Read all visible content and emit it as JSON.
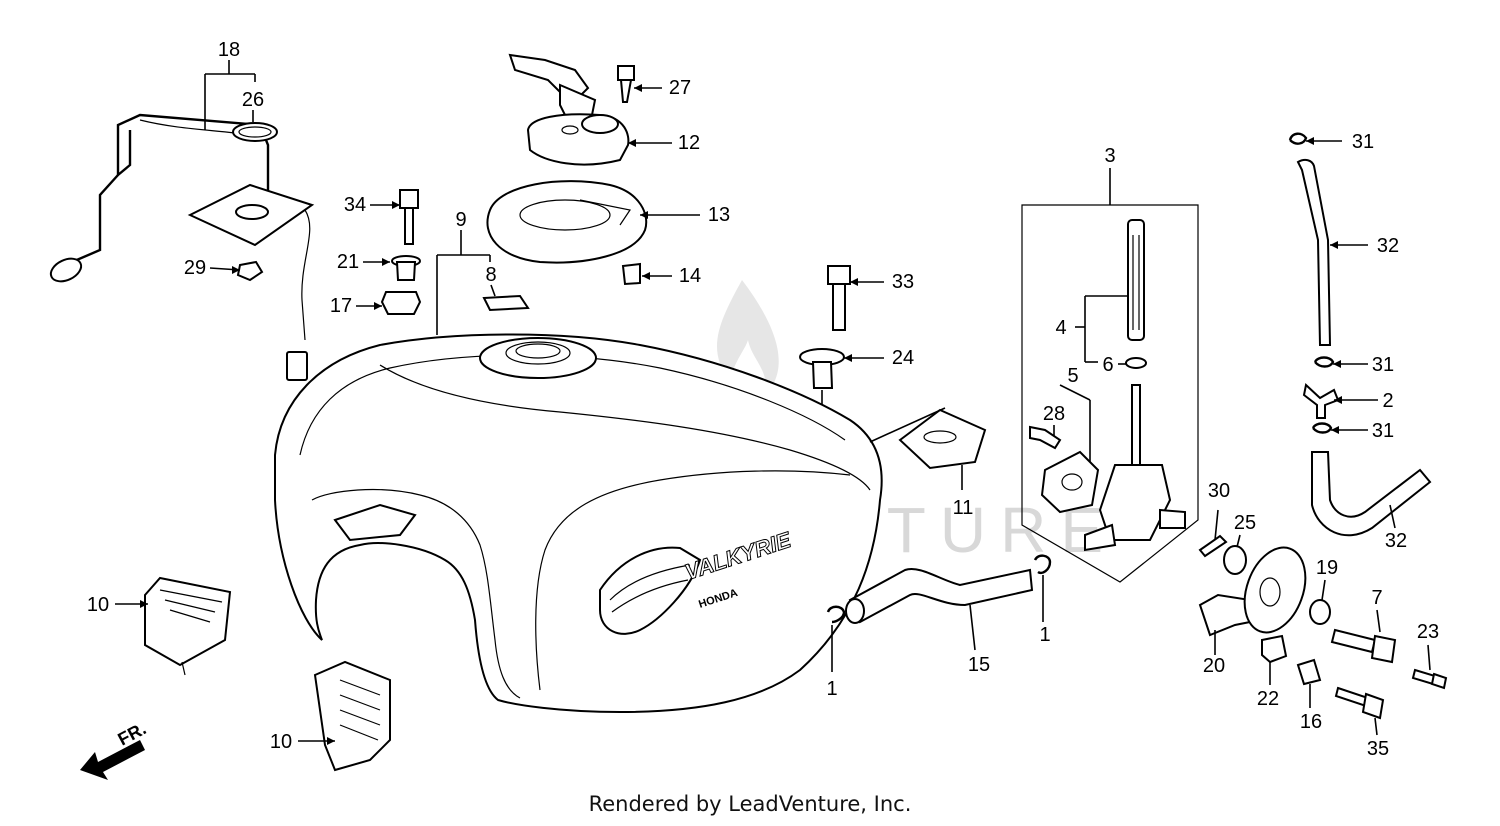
{
  "watermark": "LEADVENTURE",
  "tank_brand": "VALKYRIE",
  "tank_badge": "HONDA",
  "direction_label": "FR.",
  "footer": "Rendered by LeadVenture, Inc.",
  "callouts": {
    "c1a": "1",
    "c1b": "1",
    "c2": "2",
    "c3": "3",
    "c4": "4",
    "c5": "5",
    "c6": "6",
    "c7": "7",
    "c8": "8",
    "c9": "9",
    "c10a": "10",
    "c10b": "10",
    "c11": "11",
    "c12": "12",
    "c13": "13",
    "c14": "14",
    "c15": "15",
    "c16": "16",
    "c17": "17",
    "c18": "18",
    "c19": "19",
    "c20": "20",
    "c21": "21",
    "c22": "22",
    "c23": "23",
    "c24": "24",
    "c25": "25",
    "c26": "26",
    "c27": "27",
    "c28": "28",
    "c29": "29",
    "c30": "30",
    "c31a": "31",
    "c31b": "31",
    "c31c": "31",
    "c32a": "32",
    "c32b": "32",
    "c33": "33",
    "c34": "34",
    "c35": "35"
  }
}
